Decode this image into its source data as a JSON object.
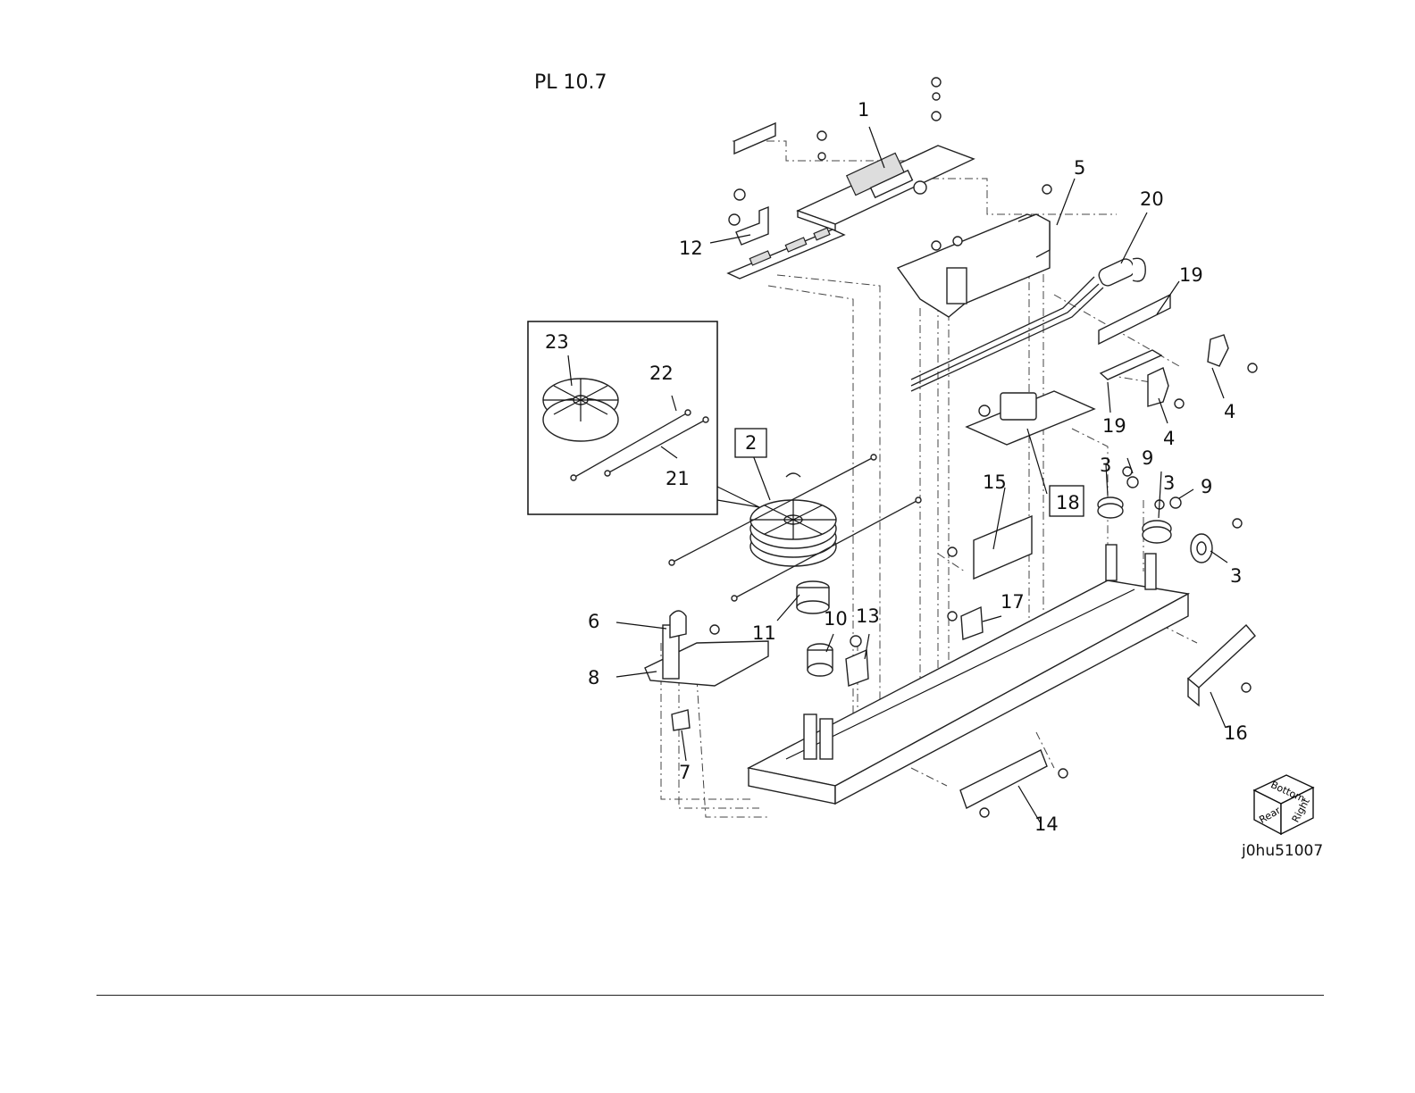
{
  "title": "PL 10.7",
  "figure_id": "j0hu51007",
  "orientation_cube": {
    "faces": [
      "Bottom",
      "Right",
      "Rear"
    ]
  },
  "callouts": [
    {
      "id": "c1",
      "text": "1",
      "boxed": false
    },
    {
      "id": "c2",
      "text": "2",
      "boxed": true
    },
    {
      "id": "c3a",
      "text": "3",
      "boxed": false
    },
    {
      "id": "c3b",
      "text": "3",
      "boxed": false
    },
    {
      "id": "c3c",
      "text": "3",
      "boxed": false
    },
    {
      "id": "c4a",
      "text": "4",
      "boxed": false
    },
    {
      "id": "c4b",
      "text": "4",
      "boxed": false
    },
    {
      "id": "c5",
      "text": "5",
      "boxed": false
    },
    {
      "id": "c6",
      "text": "6",
      "boxed": false
    },
    {
      "id": "c7",
      "text": "7",
      "boxed": false
    },
    {
      "id": "c8",
      "text": "8",
      "boxed": false
    },
    {
      "id": "c9a",
      "text": "9",
      "boxed": false
    },
    {
      "id": "c9b",
      "text": "9",
      "boxed": false
    },
    {
      "id": "c10",
      "text": "10",
      "boxed": false
    },
    {
      "id": "c11",
      "text": "11",
      "boxed": false
    },
    {
      "id": "c12",
      "text": "12",
      "boxed": false
    },
    {
      "id": "c13",
      "text": "13",
      "boxed": false
    },
    {
      "id": "c14",
      "text": "14",
      "boxed": false
    },
    {
      "id": "c15",
      "text": "15",
      "boxed": false
    },
    {
      "id": "c16",
      "text": "16",
      "boxed": false
    },
    {
      "id": "c17",
      "text": "17",
      "boxed": false
    },
    {
      "id": "c18",
      "text": "18",
      "boxed": true
    },
    {
      "id": "c19a",
      "text": "19",
      "boxed": false
    },
    {
      "id": "c19b",
      "text": "19",
      "boxed": false
    },
    {
      "id": "c20",
      "text": "20",
      "boxed": false
    },
    {
      "id": "c21",
      "text": "21",
      "boxed": false
    },
    {
      "id": "c22",
      "text": "22",
      "boxed": false
    },
    {
      "id": "c23",
      "text": "23",
      "boxed": false
    }
  ]
}
